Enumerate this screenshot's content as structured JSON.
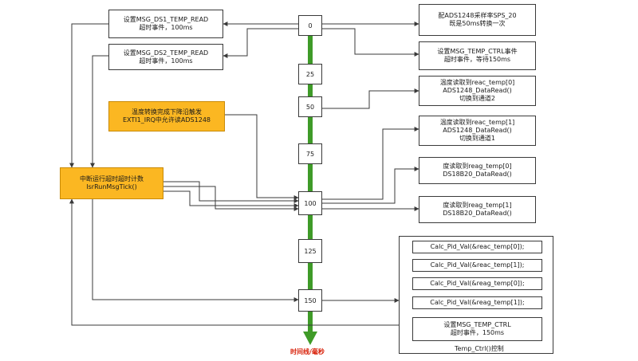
{
  "colors": {
    "timeline": "#3f9b28",
    "orange_fill": "#fbb722",
    "line": "#3a3a3a",
    "timeline_label": "#d81e06"
  },
  "timeline": {
    "ticks": [
      "0",
      "25",
      "50",
      "75",
      "100",
      "125",
      "150"
    ],
    "label": "时间线/毫秒"
  },
  "left": {
    "ds1_timer": "设置MSG_DS1_TEMP_READ\n超时事件，100ms",
    "ds2_timer": "设置MSG_DS2_TEMP_READ\n超时事件，100ms",
    "exti": "温度转换完成下降沿触发\nEXTI1_IRQ中允许读ADS1248",
    "isr": "中断运行超时超时计数\nIsrRunMsgTick()"
  },
  "right": {
    "sps": "配ADS1248采样率SPS_20\n既是50ms转换一次",
    "ctrl_timer": "设置MSG_TEMP_CTRL事件\n超时事件，等待150ms",
    "reac0": "温度读取到reac_temp[0]\nADS1248_DataRead()\n切换到通道2",
    "reac1": "温度读取到reac_temp[1]\nADS1248_DataRead()\n切换到通道1",
    "reag0": "度读取到reag_temp[0]\nDS18B20_DataRead()",
    "reag1": "度读取到reag_temp[1]\nDS18B20_DataRead()"
  },
  "temp_ctrl": {
    "caption": "Temp_Ctrl()控制",
    "items": [
      "Calc_Pid_Val(&reac_temp[0]);",
      "Calc_Pid_Val(&reac_temp[1]);",
      "Calc_Pid_Val(&reag_temp[0]);",
      "Calc_Pid_Val(&reag_temp[1]);"
    ],
    "final": "设置MSG_TEMP_CTRL\n超时事件，150ms"
  }
}
